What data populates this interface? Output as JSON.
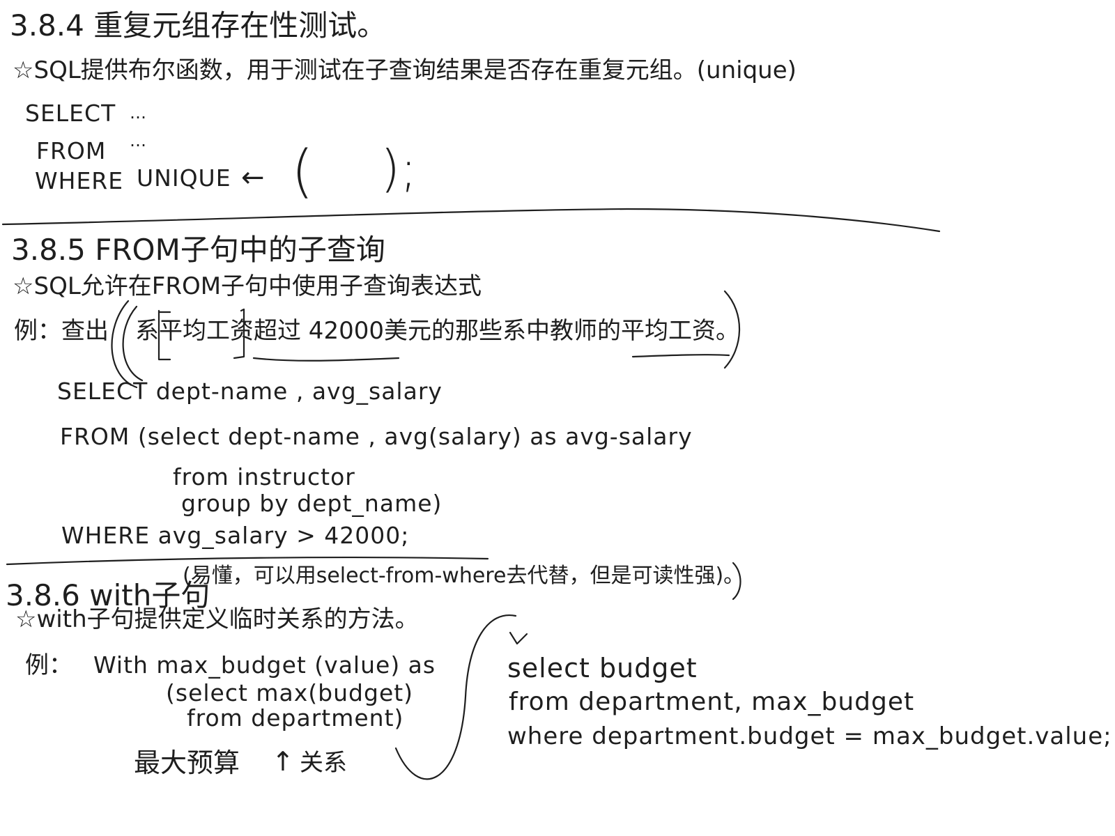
{
  "section_384": {
    "heading": "3.8.4 重复元组存在性测试。",
    "note": "☆SQL提供布尔函数，用于测试在子查询结果是否存在重复元组。(unique)",
    "code": {
      "select": "SELECT",
      "select_dots": "…",
      "from": "FROM",
      "from_dots": "…",
      "where": "WHERE",
      "unique": "UNIQUE",
      "arrow": "←",
      "paren_open": "(",
      "paren_close": ");"
    }
  },
  "section_385": {
    "heading": "3.8.5 FROM子句中的子查询",
    "note": "☆SQL允许在FROM子句中使用子查询表达式",
    "example_prefix": "例：查出",
    "example_rest": "系平均工资超过 42000美元的那些系中教师的平均工资。",
    "code_lines": [
      "SELECT  dept-name , avg_salary",
      "FROM  (select  dept-name , avg(salary) as avg-salary",
      "from   instructor",
      "group  by  dept_name)",
      "WHERE    avg_salary  >  42000;"
    ]
  },
  "section_386": {
    "heading": "3.8.6 with子句",
    "heading_note": "(易懂，可以用select-from-where去代替，但是可读性强)。",
    "note": "☆with子句提供定义临时关系的方法。",
    "example_prefix": "例：",
    "with_lines": [
      "With  max_budget (value)  as",
      "(select  max(budget)",
      "from  department)"
    ],
    "annotation": "最大预算",
    "annotation_arrow": "↑",
    "annotation_suffix": "关系",
    "query_lines": [
      "select budget",
      "from  department, max_budget",
      "where  department.budget = max_budget.value;"
    ]
  },
  "ink_color": "#1e1e1e"
}
